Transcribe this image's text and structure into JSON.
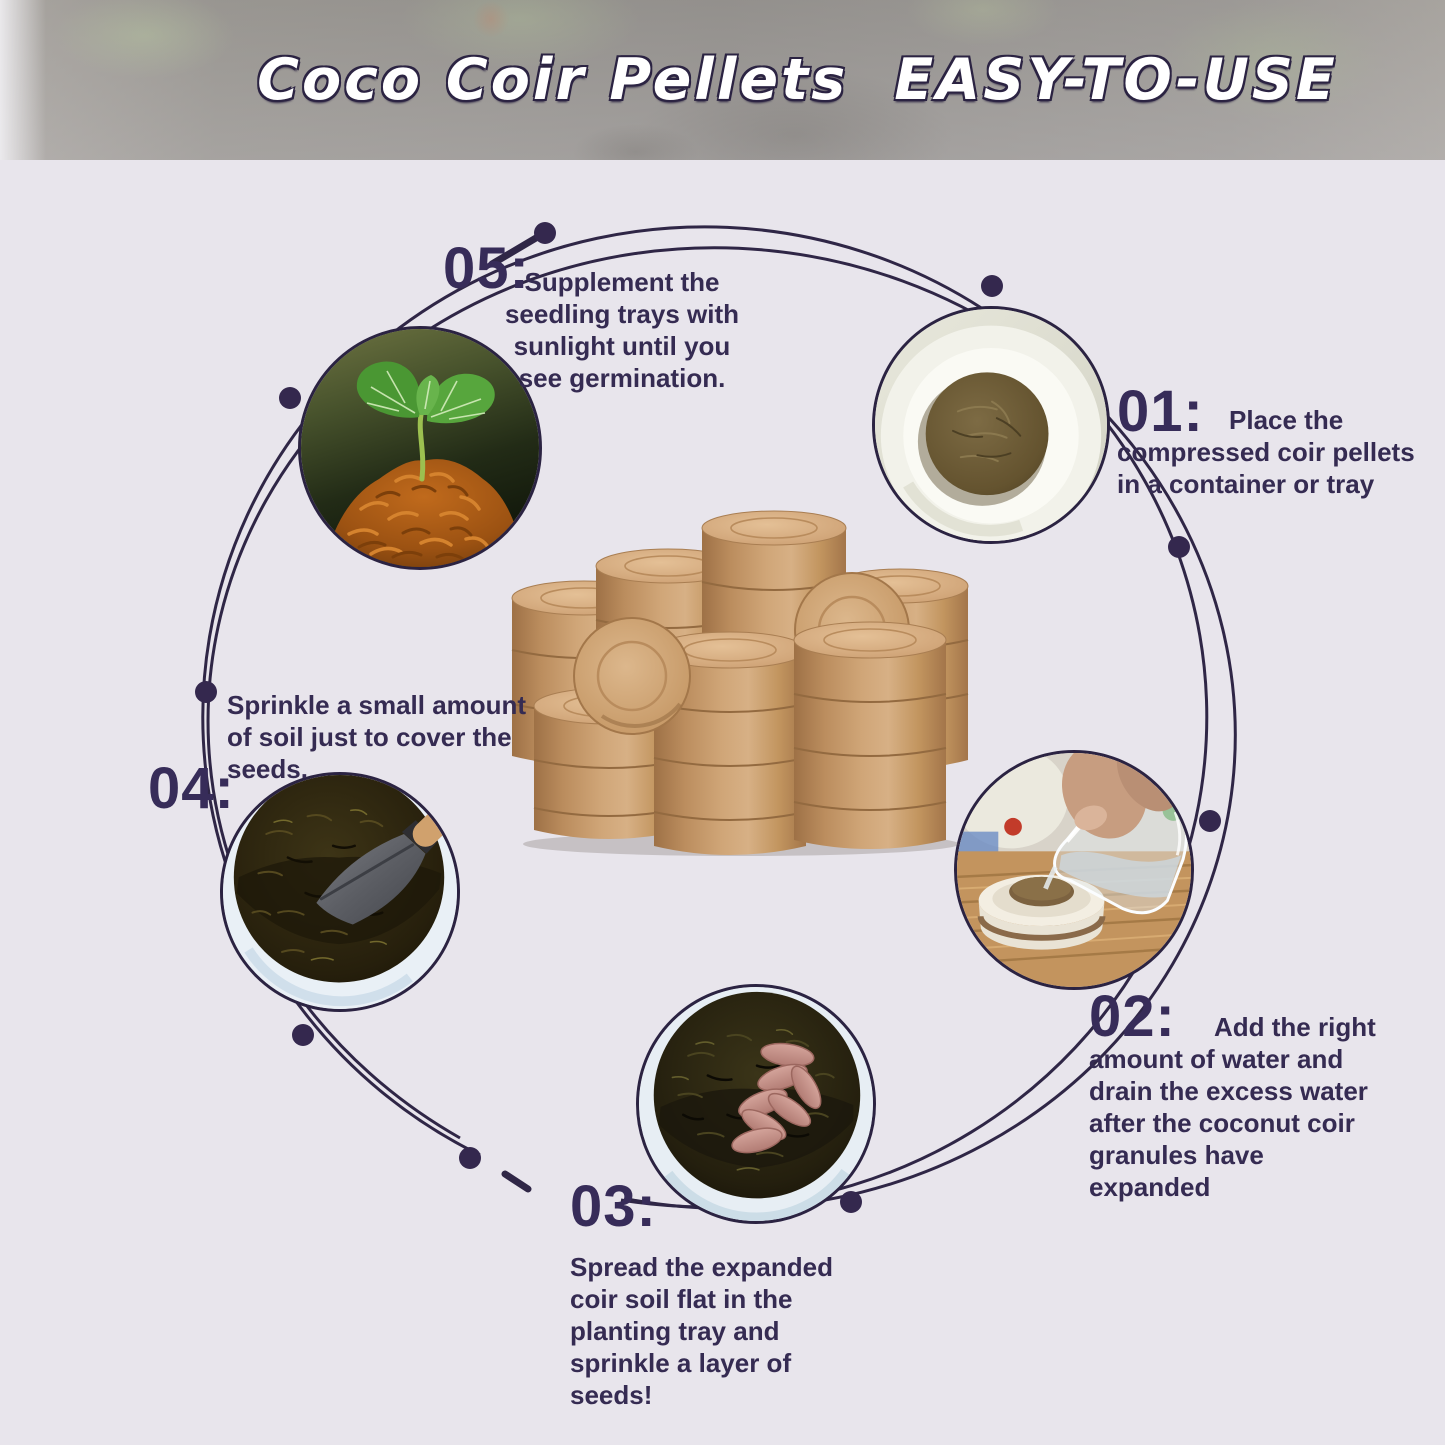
{
  "title": {
    "part1": "Coco Coir Pellets",
    "part2": "EASY-TO-USE"
  },
  "steps": {
    "step1": {
      "num": "01:",
      "lines": [
        "Place the",
        "compressed coir pellets",
        "in a container or tray"
      ]
    },
    "step2": {
      "num": "02:",
      "lines": [
        "Add the right",
        "amount of water and",
        "drain the excess water",
        "after the coconut coir",
        "granules have",
        "expanded"
      ]
    },
    "step3": {
      "num": "03:",
      "lines": [
        "Spread the expanded",
        "coir soil flat in the",
        "planting tray and",
        "sprinkle a layer of",
        "seeds!"
      ]
    },
    "step4": {
      "num": "04:",
      "lines": [
        "Sprinkle a small amount",
        "of soil just to cover the",
        "seeds."
      ]
    },
    "step5": {
      "num": "05:",
      "lines": [
        "Supplement the",
        "seedling trays with",
        "sunlight until you",
        "see germination."
      ]
    }
  },
  "colors": {
    "background": "#e8e5ec",
    "accent_dark": "#342a52",
    "orbit_line": "#2f2646",
    "pellet_tan": "#c89b6c",
    "title_fill": "#ffffff",
    "title_outline": "#2b2342"
  }
}
